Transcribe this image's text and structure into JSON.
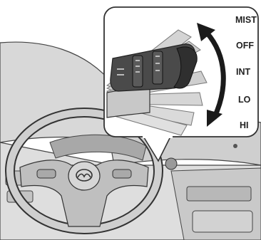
{
  "callout": {
    "positions": [
      {
        "key": "mist",
        "label": "MIST"
      },
      {
        "key": "off",
        "label": "OFF"
      },
      {
        "key": "int",
        "label": "INT"
      },
      {
        "key": "lo",
        "label": "LO"
      },
      {
        "key": "hi",
        "label": "HI"
      }
    ]
  },
  "colors": {
    "line": "#3a3a3a",
    "fill_light": "#d9d9d9",
    "fill_mid": "#bdbdbd",
    "fill_dark": "#8a8a8a",
    "stalk": "#4a4a4a",
    "ghost": "#c7c7c7"
  },
  "icons": [
    "steering-wheel-icon",
    "mazda-logo-icon",
    "wiper-lever-icon",
    "double-arrow-icon"
  ]
}
